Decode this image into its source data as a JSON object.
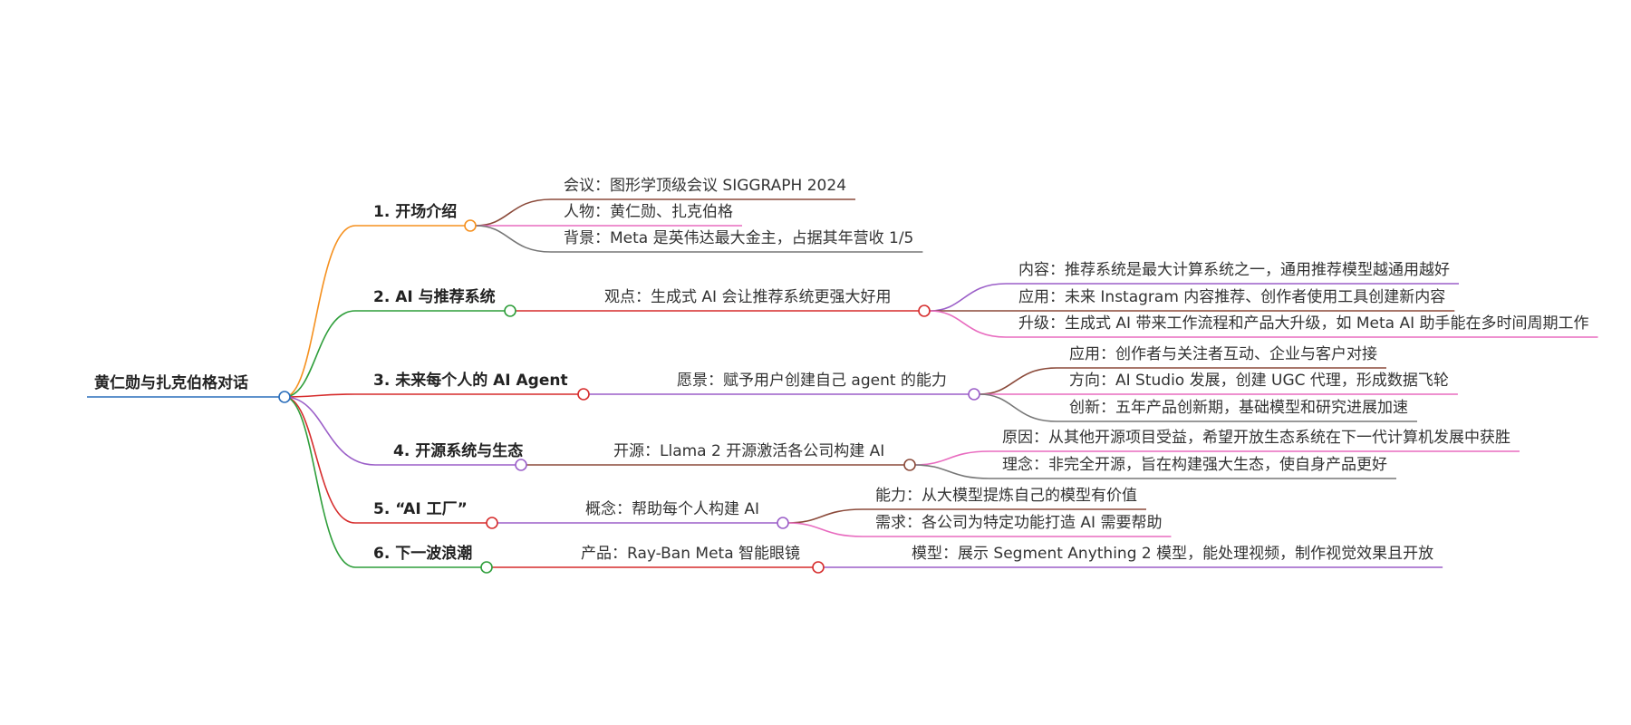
{
  "root": {
    "label": "黄仁勋与扎克伯格对话"
  },
  "branches": [
    {
      "label": "1. 开场介绍",
      "color": "#f5901e",
      "children": [
        {
          "label": "会议：图形学顶级会议 SIGGRAPH 2024",
          "color": "#8b4a3a"
        },
        {
          "label": "人物：黄仁勋、扎克伯格",
          "color": "#e86bbf"
        },
        {
          "label": "背景：Meta 是英伟达最大金主，占据其年营收 1/5",
          "color": "#777777"
        }
      ]
    },
    {
      "label": "2. AI 与推荐系统",
      "color": "#2e9e3a",
      "children": [
        {
          "label": "观点：生成式 AI 会让推荐系统更强大好用",
          "color": "#d62c2c",
          "children": [
            {
              "label": "内容：推荐系统是最大计算系统之一，通用推荐模型越通用越好",
              "color": "#9b5fc8"
            },
            {
              "label": "应用：未来 Instagram 内容推荐、创作者使用工具创建新内容",
              "color": "#8b4a3a"
            },
            {
              "label": "升级：生成式 AI 带来工作流程和产品大升级，如 Meta AI 助手能在多时间周期工作",
              "color": "#e86bbf"
            }
          ]
        }
      ]
    },
    {
      "label": "3. 未来每个人的 AI Agent",
      "color": "#d62c2c",
      "children": [
        {
          "label": "愿景：赋予用户创建自己 agent 的能力",
          "color": "#9b5fc8",
          "children": [
            {
              "label": "应用：创作者与关注者互动、企业与客户对接",
              "color": "#8b4a3a"
            },
            {
              "label": "方向：AI Studio 发展，创建 UGC 代理，形成数据飞轮",
              "color": "#e86bbf"
            },
            {
              "label": "创新：五年产品创新期，基础模型和研究进展加速",
              "color": "#777777"
            }
          ]
        }
      ]
    },
    {
      "label": "4. 开源系统与生态",
      "color": "#9b5fc8",
      "children": [
        {
          "label": "开源：Llama 2 开源激活各公司构建 AI",
          "color": "#8b4a3a",
          "children": [
            {
              "label": "原因：从其他开源项目受益，希望开放生态系统在下一代计算机发展中获胜",
              "color": "#e86bbf"
            },
            {
              "label": "理念：非完全开源，旨在构建强大生态，使自身产品更好",
              "color": "#777777"
            }
          ]
        }
      ]
    },
    {
      "label": "5. “AI 工厂”",
      "color": "#d62c2c",
      "children": [
        {
          "label": "概念：帮助每个人构建 AI",
          "color": "#9b5fc8",
          "children": [
            {
              "label": "能力：从大模型提炼自己的模型有价值",
              "color": "#8b4a3a"
            },
            {
              "label": "需求：各公司为特定功能打造 AI 需要帮助",
              "color": "#e86bbf"
            }
          ]
        }
      ]
    },
    {
      "label": "6. 下一波浪潮",
      "color": "#2e9e3a",
      "children": [
        {
          "label": "产品：Ray-Ban Meta 智能眼镜",
          "color": "#d62c2c",
          "children": [
            {
              "label": "模型：展示 Segment Anything 2 模型，能处理视频，制作视觉效果且开放",
              "color": "#9b5fc8"
            }
          ]
        }
      ]
    }
  ]
}
